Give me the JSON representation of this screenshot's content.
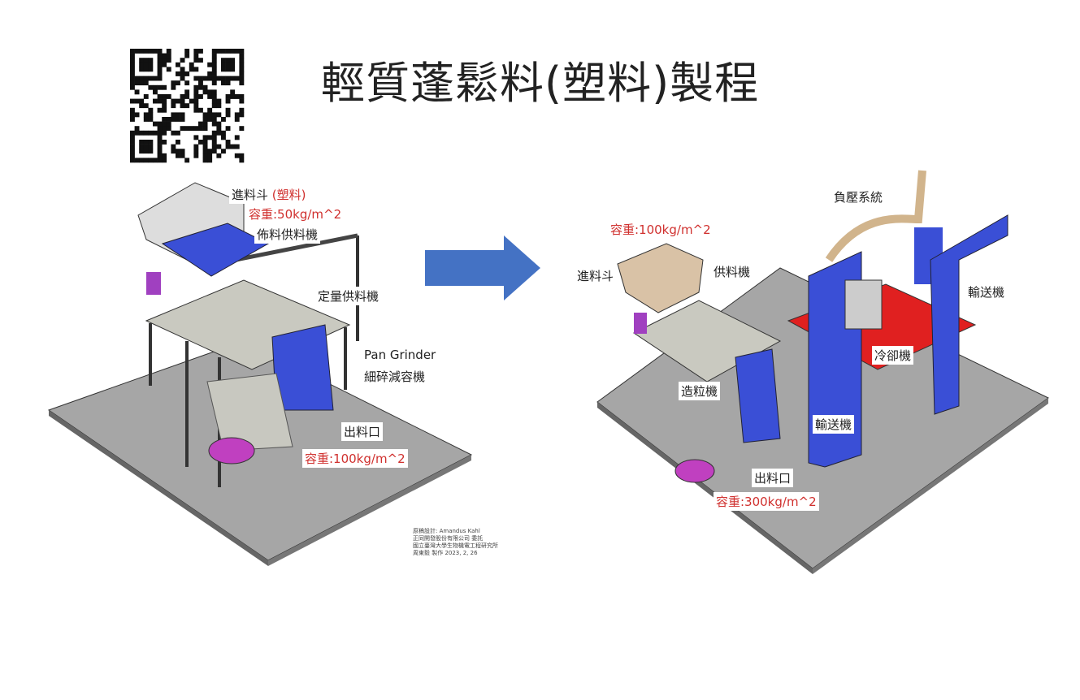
{
  "title": "輕質蓬鬆料(塑料)製程",
  "qr_code": "qr-code",
  "left_diagram": {
    "hopper_label": "進料斗",
    "hopper_material": "(塑料)",
    "hopper_density": "容重:50kg/m^2",
    "spreader_feeder": "佈料供料機",
    "quantitative_feeder": "定量供料機",
    "grinder_en": "Pan Grinder",
    "grinder_zh": "細碎減容機",
    "outlet": "出料口",
    "outlet_density": "容重:100kg/m^2"
  },
  "right_diagram": {
    "input_density": "容重:100kg/m^2",
    "hopper_label": "進料斗",
    "feeder": "供料機",
    "negative_pressure": "負壓系統",
    "conveyor_top": "輸送機",
    "cooler": "冷卻機",
    "granulator": "造粒機",
    "conveyor_bottom": "輸送機",
    "outlet": "出料口",
    "outlet_density": "容重:300kg/m^2"
  },
  "credits": [
    "原稿設計: Amandus Kahl",
    "正同開發股份有限公司 委託",
    "國立臺灣大學生物機電工程研究所",
    "周東毅 製作 2023, 2, 26"
  ],
  "colors": {
    "arrow": "#4472c4",
    "machine": "#3a4fd6",
    "floor": "#a6a6a6",
    "accent_red": "#d0302e"
  }
}
